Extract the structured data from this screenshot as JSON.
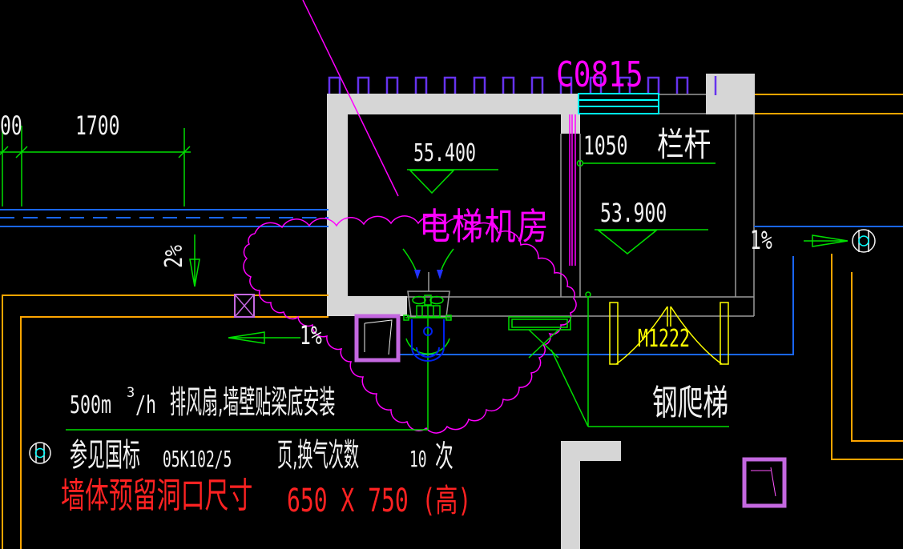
{
  "drawing": {
    "labels": {
      "window_code": "C0815",
      "room_name": "电梯机房",
      "railing_height": "1050",
      "railing_name": "栏杆",
      "level_machine_room": "55.400",
      "level_balcony": "53.900",
      "dim_left_partial": "00",
      "dim_left_main": "1700",
      "slope_down": "2%",
      "slope_west": "1%",
      "slope_east": "1%",
      "door_code": "M1222",
      "ladder_name": "钢爬梯"
    },
    "notes": {
      "fan_flow": "500m",
      "fan_flow_exp": "3",
      "fan_flow_unit": "/h",
      "fan_text": "排风扇,墙壁贴梁底安装",
      "ref_prefix": "参见国标",
      "ref_code": "05K102/5",
      "ref_suffix": "页,换气次数",
      "ref_count": "10",
      "ref_unit": "次",
      "opening_title": "墙体预留洞口尺寸",
      "opening_size": "650 X 750 (高)"
    },
    "colors": {
      "background": "#000000",
      "wall_fill": "#d6d6d6",
      "wall_line": "#9a9a9a",
      "annotation_green": "#00dd00",
      "magenta": "#ff00ff",
      "cyan": "#00ffff",
      "blue": "#1966ff",
      "hood_blue": "#0022ee",
      "orange": "#ffa500",
      "yellow": "#ffff00",
      "violet": "#6633ee",
      "orchid": "#c468e0",
      "alert_red": "#ff2222",
      "text_white": "#f2f2f2"
    }
  }
}
